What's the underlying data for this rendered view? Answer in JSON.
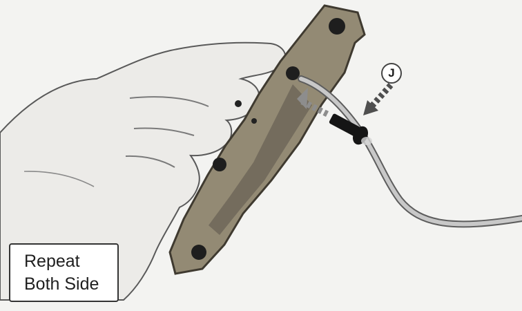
{
  "callout": {
    "label": "J"
  },
  "note": {
    "line1": "Repeat",
    "line2": "Both Side"
  },
  "colors": {
    "arrow_dark": "#4b4b4b",
    "arrow_light": "#8c8c8c",
    "bolt": "#151515",
    "bracket": "#7b7463",
    "hand_outline": "#5a5a5a"
  }
}
